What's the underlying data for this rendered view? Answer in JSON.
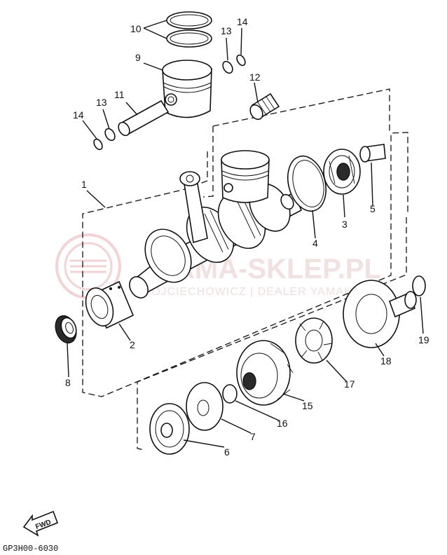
{
  "callouts": {
    "c1": "1",
    "c2": "2",
    "c3": "3",
    "c4": "4",
    "c5": "5",
    "c6": "6",
    "c7": "7",
    "c8": "8",
    "c9": "9",
    "c10": "10",
    "c11": "11",
    "c12": "12",
    "c13a": "13",
    "c13b": "13",
    "c14a": "14",
    "c14b": "14",
    "c15": "15",
    "c16": "16",
    "c17": "17",
    "c18": "18",
    "c19": "19"
  },
  "watermark": {
    "main": "YAMA-SKLEP.PL",
    "sub": "WOJCIECHOWICZ | DEALER YAMAHA"
  },
  "footer": {
    "direction_badge": "FWD",
    "drawing_code": "GP3H00-6030"
  }
}
